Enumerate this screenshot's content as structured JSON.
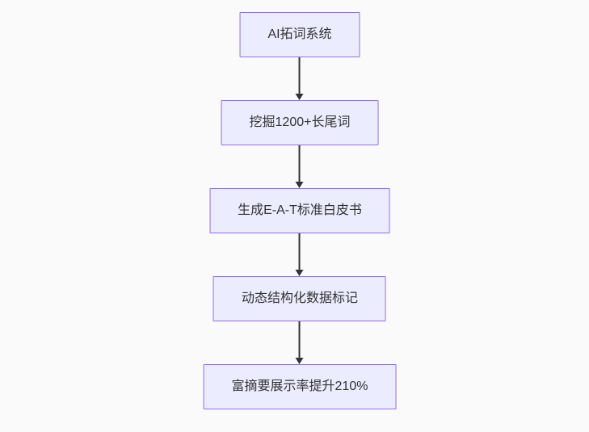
{
  "diagram": {
    "type": "flowchart",
    "direction": "top-down",
    "nodes": [
      {
        "label": "AI拓词系统"
      },
      {
        "label": "挖掘1200+长尾词"
      },
      {
        "label": "生成E-A-T标准白皮书"
      },
      {
        "label": "动态结构化数据标记"
      },
      {
        "label": "富摘要展示率提升210%"
      }
    ],
    "edges": [
      {
        "from": 0,
        "to": 1
      },
      {
        "from": 1,
        "to": 2
      },
      {
        "from": 2,
        "to": 3
      },
      {
        "from": 3,
        "to": 4
      }
    ],
    "colors": {
      "background": "#fafafa",
      "node_fill": "#ECECFF",
      "node_border": "#9370DB",
      "text": "#333333",
      "arrow": "#333333"
    }
  }
}
